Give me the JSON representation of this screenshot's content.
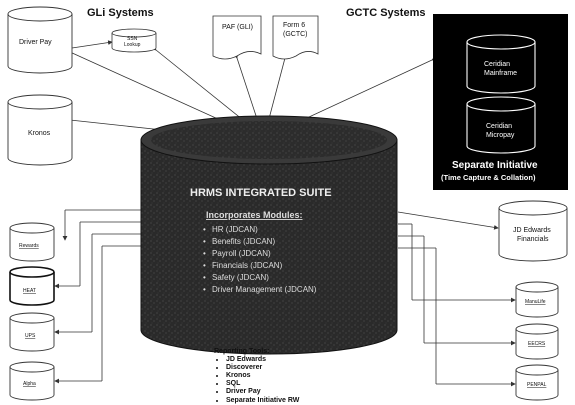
{
  "headers": {
    "gli": "GLi Systems",
    "gctc": "GCTC Systems"
  },
  "top_docs": {
    "paf": "PAF (GLI)",
    "form6_line1": "Form 6",
    "form6_line2": "(GCTC)"
  },
  "ssn": {
    "line1": "SSN",
    "line2": "Lookup"
  },
  "left_systems": {
    "driver_pay": "Driver Pay",
    "kronos": "Kronos",
    "rewards": "Rewards",
    "heat": "HEAT",
    "ups": "UPS",
    "alpha": "Alpha"
  },
  "right_systems": {
    "ceridian_mainframe_l1": "Ceridian",
    "ceridian_mainframe_l2": "Mainframe",
    "ceridian_micropay_l1": "Ceridian",
    "ceridian_micropay_l2": "Micropay",
    "separate_initiative": "Separate Initiative",
    "time_capture": "(Time Capture & Collation)",
    "jd_financials_l1": "JD Edwards",
    "jd_financials_l2": "Financials",
    "manulife": "ManuLife",
    "eecrs": "EECRS",
    "penpal": "PENPAL"
  },
  "hrms": {
    "title": "HRMS INTEGRATED SUITE",
    "incorporates": "Incorporates Modules:",
    "modules": [
      "HR (JDCAN)",
      "Benefits (JDCAN)",
      "Payroll (JDCAN)",
      "Financials (JDCAN)",
      "Safety (JDCAN)",
      "Driver Management (JDCAN)"
    ]
  },
  "reporting": {
    "title": "Reporting Tools:",
    "items": [
      "JD Edwards",
      "Discoverer",
      "Kronos",
      "SQL",
      "Driver Pay",
      "Separate Initiative RW"
    ]
  },
  "colors": {
    "cylinder": "#2a2a2a",
    "initiative_box": "#000000",
    "line": "#333333",
    "panel_bg": "#ffffff"
  }
}
